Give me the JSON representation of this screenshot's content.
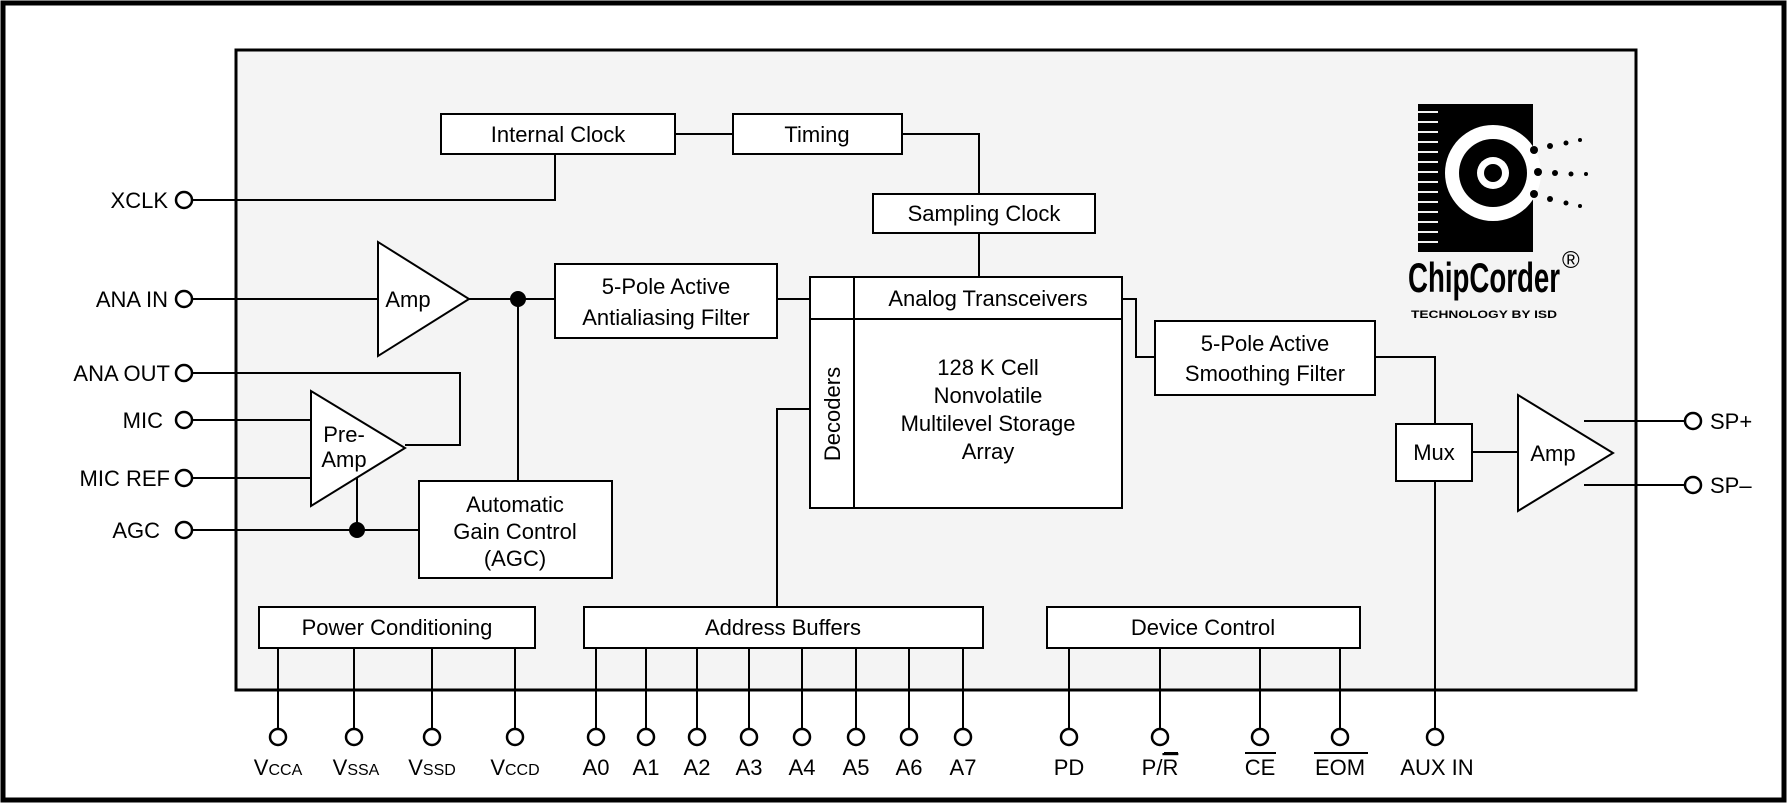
{
  "blocks": {
    "internal_clock": "Internal Clock",
    "timing": "Timing",
    "sampling_clock": "Sampling Clock",
    "amp": "Amp",
    "preamp_line1": "Pre-",
    "preamp_line2": "Amp",
    "antialias_line1": "5-Pole Active",
    "antialias_line2": "Antialiasing Filter",
    "analog_transceivers": "Analog Transceivers",
    "decoders": "Decoders",
    "storage_line1": "128 K Cell",
    "storage_line2": "Nonvolatile",
    "storage_line3": "Multilevel Storage",
    "storage_line4": "Array",
    "smoothing_line1": "5-Pole Active",
    "smoothing_line2": "Smoothing Filter",
    "mux": "Mux",
    "out_amp": "Amp",
    "agc_line1": "Automatic",
    "agc_line2": "Gain Control",
    "agc_line3": "(AGC)",
    "power_conditioning": "Power Conditioning",
    "address_buffers": "Address Buffers",
    "device_control": "Device Control"
  },
  "left_pins": {
    "xclk": "XCLK",
    "ana_in": "ANA IN",
    "ana_out": "ANA OUT",
    "mic": "MIC",
    "mic_ref": "MIC REF",
    "agc": "AGC"
  },
  "right_pins": {
    "sp_plus": "SP+",
    "sp_minus": "SP–"
  },
  "power_pins": {
    "vcca_main": "V",
    "vcca_sub": "CCA",
    "vssa_main": "V",
    "vssa_sub": "SSA",
    "vssd_main": "V",
    "vssd_sub": "SSD",
    "vccd_main": "V",
    "vccd_sub": "CCD"
  },
  "address_pins": [
    "A0",
    "A1",
    "A2",
    "A3",
    "A4",
    "A5",
    "A6",
    "A7"
  ],
  "control_pins": {
    "pd": "PD",
    "pr_p": "P/",
    "pr_r": "R",
    "ce": "CE",
    "eom": "EOM",
    "aux_in": "AUX IN"
  },
  "logo": {
    "name": "ChipCorder",
    "registered": "®",
    "tagline": "TECHNOLOGY BY ISD"
  }
}
